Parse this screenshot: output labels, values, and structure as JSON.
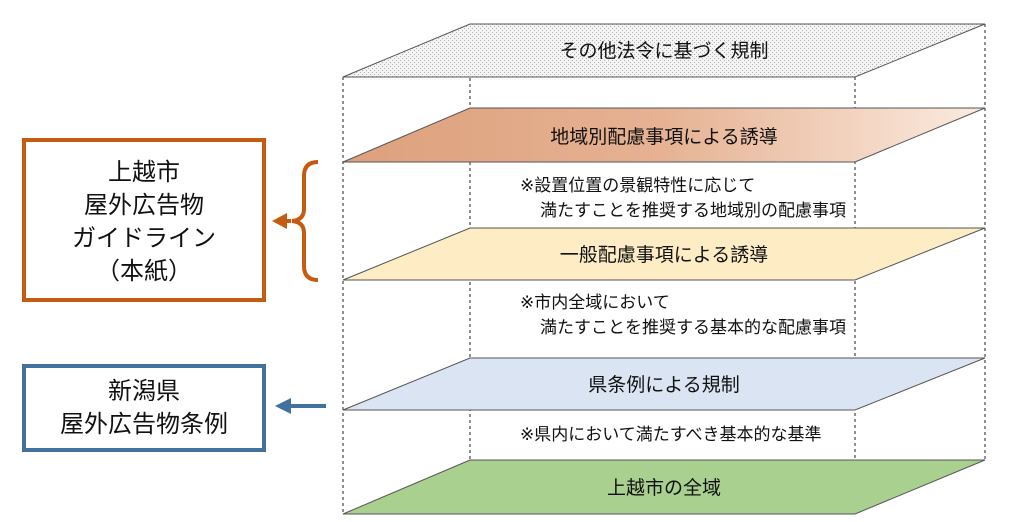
{
  "layers": {
    "top_label": "その他法令に基づく規制",
    "regional_label": "地域別配慮事項による誘導",
    "general_label": "一般配慮事項による誘導",
    "prefecture_label": "県条例による規制",
    "base_label": "上越市の全域"
  },
  "notes": {
    "regional_1": "※設置位置の景観特性に応じて",
    "regional_2": "満たすことを推奨する地域別の配慮事項",
    "general_1": "※市内全域において",
    "general_2": "満たすことを推奨する基本的な配慮事項",
    "prefecture": "※県内において満たすべき基本的な基準"
  },
  "left_boxes": {
    "guideline_lines": [
      "上越市",
      "屋外広告物",
      "ガイドライン",
      "（本紙）"
    ],
    "ordinance_lines": [
      "新潟県",
      "屋外広告物条例"
    ]
  },
  "colors": {
    "top_fill": "#d9d9d9",
    "regional_fill": "#e0ab8a",
    "general_fill": "#fdecc4",
    "prefecture_fill": "#dae4f2",
    "base_fill": "#a9d08e",
    "guideline_border": "#c55a11",
    "ordinance_border": "#41719c"
  }
}
